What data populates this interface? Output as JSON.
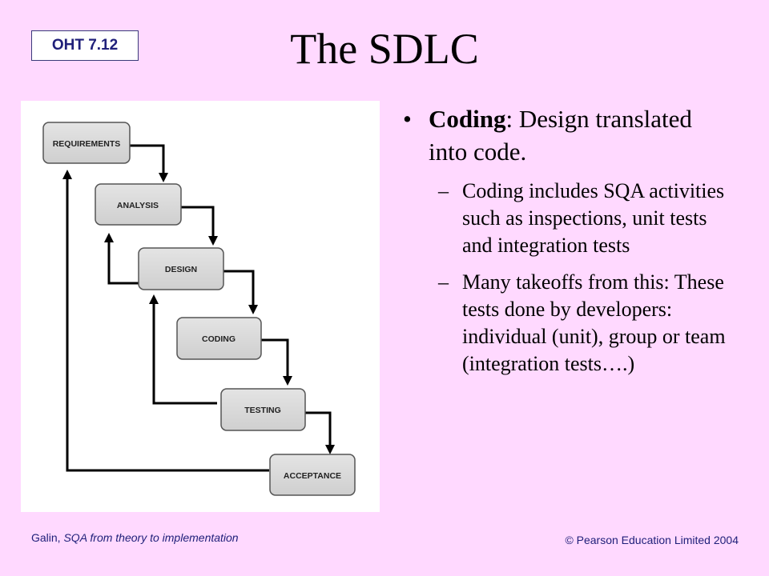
{
  "slide": {
    "badge": "OHT 7.12",
    "title": "The SDLC"
  },
  "diagram": {
    "stages": [
      "REQUIREMENTS",
      "ANALYSIS",
      "DESIGN",
      "CODING",
      "TESTING",
      "ACCEPTANCE"
    ]
  },
  "content": {
    "bullet_dot": "•",
    "bullet_keyword": "Coding",
    "bullet_text": ":  Design translated into code.",
    "sub_dash": "–",
    "sub_bullets": [
      "Coding includes SQA activities such as inspections, unit tests and integration tests",
      "Many takeoffs from this: These tests done by developers:  individual (unit), group or team (integration tests….)"
    ]
  },
  "footer": {
    "author": "Galin, ",
    "book": "SQA from theory to implementation",
    "copyright": "© Pearson Education Limited 2004"
  }
}
